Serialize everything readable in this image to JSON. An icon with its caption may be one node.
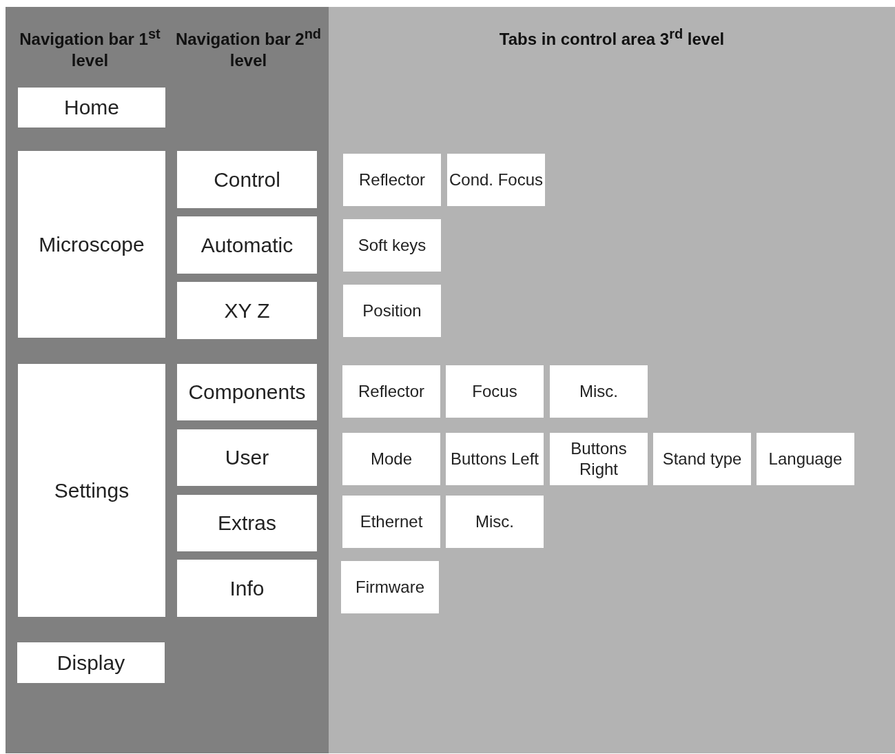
{
  "diagram": {
    "nodes": [
      {
        "text": [
          "Navigation bar 1$^{st}$  level",
          "Navigation bar 2$^{nd}$ level"
        ]
      },
      {
        "text": [
          "Tabs in control area 3$^{rd}$ level"
        ]
      },
      {
        "text": [
          "Home"
        ],
        "in": 0
      },
      {
        "text": [
          "Microscope"
        ],
        "in": 0
      },
      {
        "text": [
          "Control"
        ],
        "in": 0
      },
      {
        "text": [
          "Automatic"
        ],
        "in": 0
      },
      {
        "text": [
          "XY Z"
        ],
        "in": 0
      },
      {
        "text": [
          "Settings"
        ],
        "in": 0
      },
      {
        "text": [
          "Components"
        ],
        "in": 0
      },
      {
        "text": [
          "User"
        ],
        "in": 0
      },
      {
        "text": [
          "Extras"
        ],
        "in": 0
      },
      {
        "text": [
          "Info"
        ],
        "in": 0
      },
      {
        "text": [
          "Display"
        ],
        "in": 0
      },
      {
        "text": [
          "Reflector"
        ],
        "in": 1
      },
      {
        "text": [
          "Cond. Focus"
        ],
        "in": 1
      },
      {
        "text": [
          "Soft keys"
        ],
        "in": 1
      },
      {
        "text": [
          "Position"
        ],
        "in": 1
      },
      {
        "text": [
          "Reflector"
        ],
        "in": 1
      },
      {
        "text": [
          "Focus"
        ],
        "in": 1
      },
      {
        "text": [
          "Misc."
        ],
        "in": 1
      },
      {
        "text": [
          "Mode"
        ],
        "in": 1
      },
      {
        "text": [
          "Buttons Left"
        ],
        "in": 1
      },
      {
        "text": [
          "Buttons Right"
        ],
        "in": 1
      },
      {
        "text": [
          "Stand type"
        ],
        "in": 1
      },
      {
        "text": [
          "Language"
        ],
        "in": 1
      },
      {
        "text": [
          "Ethernet"
        ],
        "in": 1
      },
      {
        "text": [
          "Misc."
        ],
        "in": 1
      },
      {
        "text": [
          "Firmware"
        ],
        "in": 1
      }
    ],
    "edges": []
  }
}
